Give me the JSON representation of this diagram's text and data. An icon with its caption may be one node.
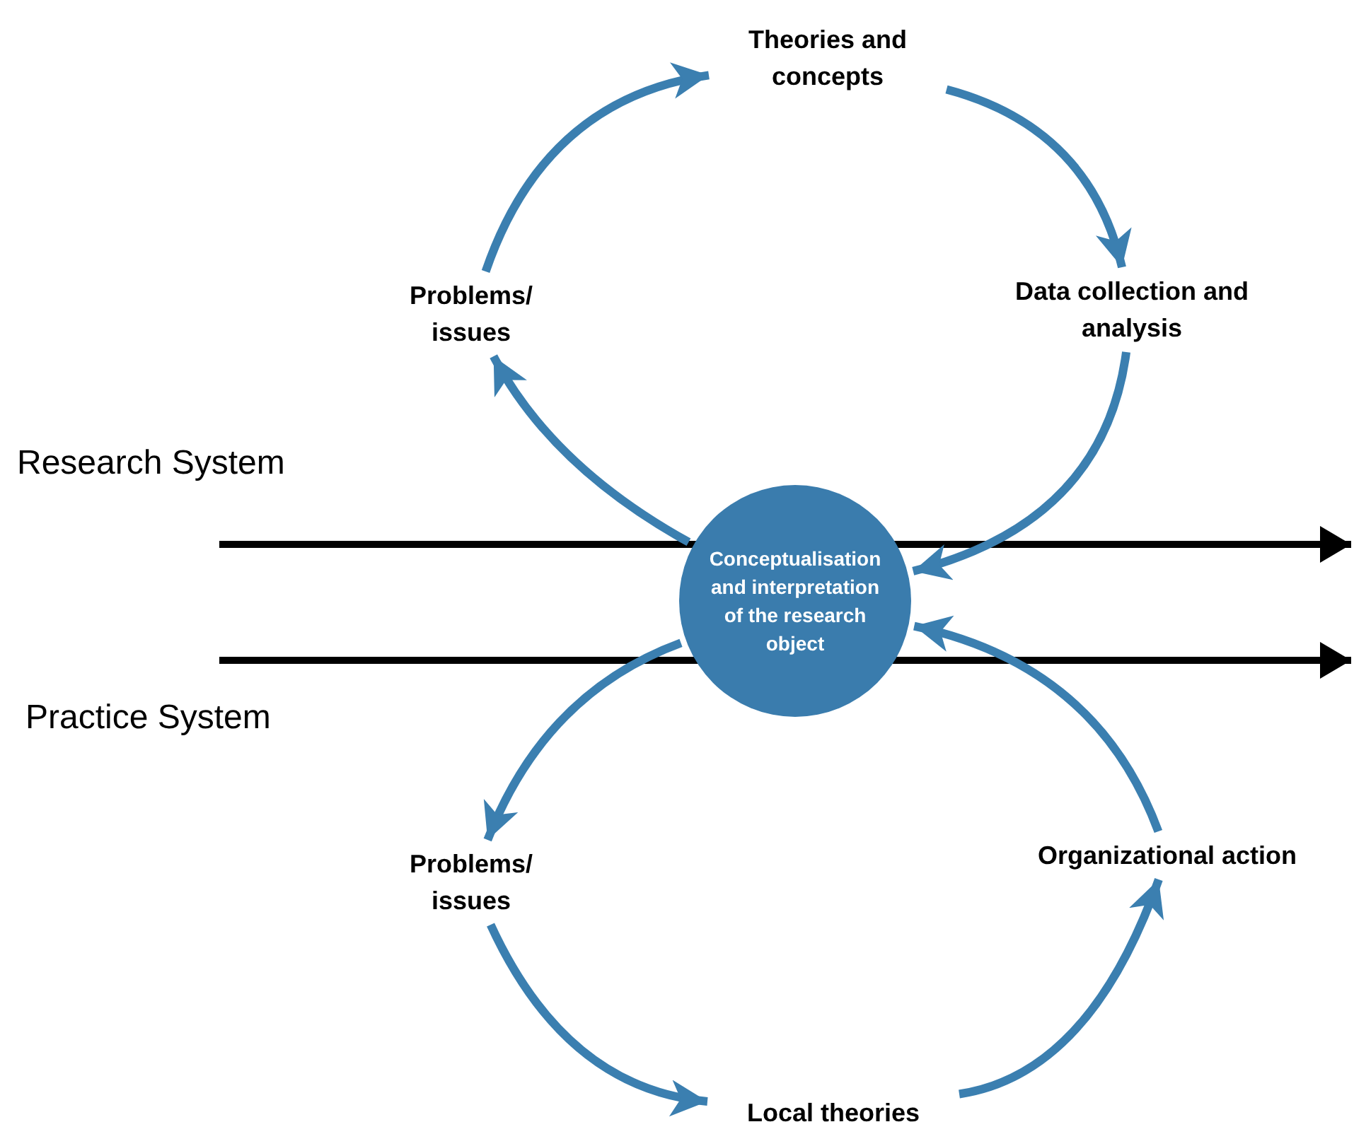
{
  "diagram": {
    "nodes": [
      {
        "text": [
          "Conceptualisation and interpretation of the research object"
        ]
      },
      {
        "text": [
          "Problems/ issues"
        ]
      },
      {
        "text": [
          "Theories and concepts"
        ]
      },
      {
        "text": [
          "Data collection and analysis"
        ]
      },
      {
        "text": [
          "Problems/ issues"
        ]
      },
      {
        "text": [
          "Local theories"
        ]
      },
      {
        "text": [
          "Organizational action"
        ]
      }
    ],
    "edges": [
      {
        "from": 0,
        "to": 1,
        "arrow": "to"
      },
      {
        "from": 1,
        "to": 2,
        "arrow": "to"
      },
      {
        "from": 2,
        "to": 3,
        "arrow": "to"
      },
      {
        "from": 3,
        "to": 0,
        "arrow": "to"
      },
      {
        "from": 0,
        "to": 4,
        "arrow": "to"
      },
      {
        "from": 4,
        "to": 5,
        "arrow": "to"
      },
      {
        "from": 5,
        "to": 6,
        "arrow": "to"
      },
      {
        "from": 6,
        "to": 0,
        "arrow": "to"
      }
    ],
    "labels": [
      "Research System",
      "Practice System"
    ]
  }
}
